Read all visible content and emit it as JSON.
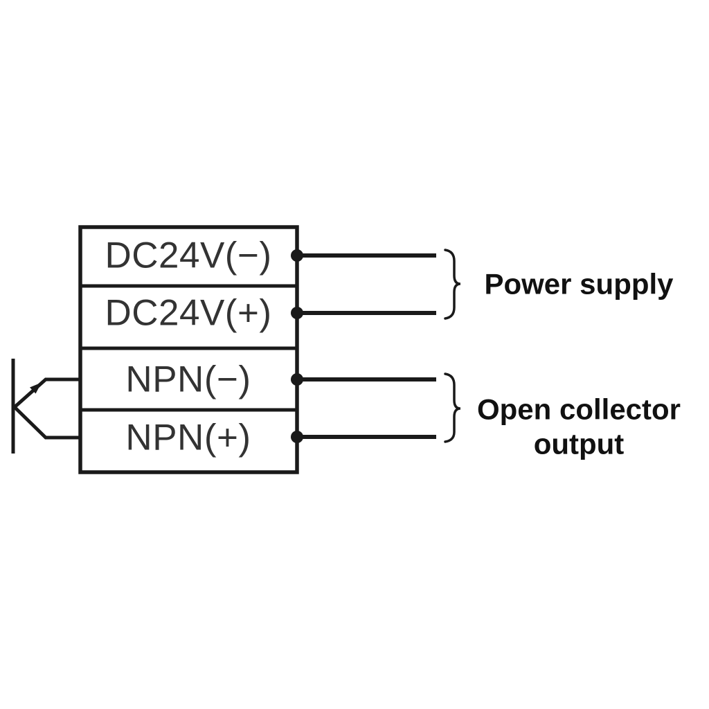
{
  "colors": {
    "background": "#ffffff",
    "line_ink": "#1a1a1a",
    "terminal_text": "#333333",
    "label_text": "#111111"
  },
  "diagram": {
    "type": "sensor-wiring-diagram",
    "terminal_block": {
      "terminals": [
        {
          "label": "DC24V(−)"
        },
        {
          "label": "DC24V(+)"
        },
        {
          "label": "NPN(−)"
        },
        {
          "label": "NPN(+)"
        }
      ]
    },
    "wire_groups": [
      {
        "name": "power-supply",
        "label_lines": [
          "Power supply"
        ],
        "terminals": [
          "DC24V(−)",
          "DC24V(+)"
        ]
      },
      {
        "name": "open-collector-output",
        "label_lines": [
          "Open collector",
          "output"
        ],
        "terminals": [
          "NPN(−)",
          "NPN(+)"
        ]
      }
    ],
    "symbols": [
      {
        "name": "npn-transistor"
      }
    ]
  }
}
